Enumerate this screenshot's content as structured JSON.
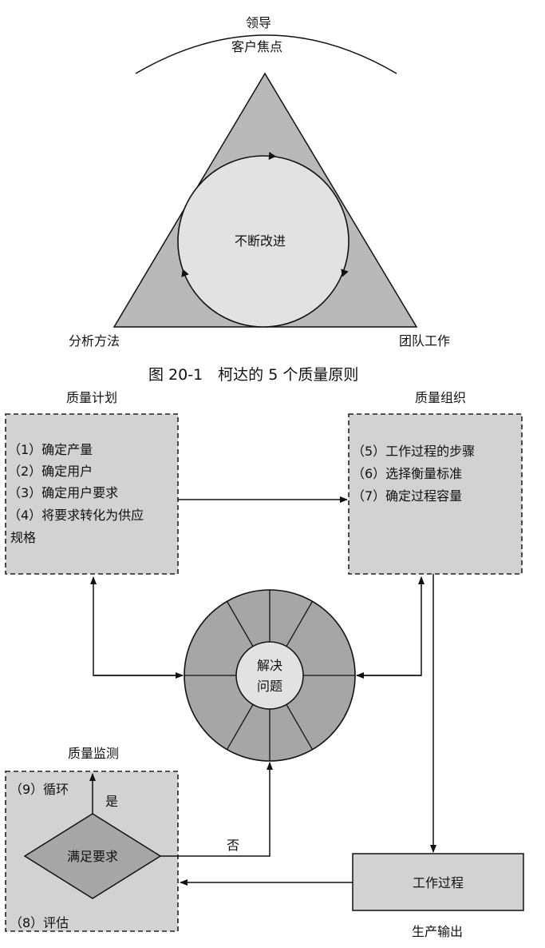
{
  "figure1": {
    "top_label": "领导",
    "top_arc_label": "客户焦点",
    "center_label": "不断改进",
    "left_label": "分析方法",
    "right_label": "团队工作",
    "caption": "图 20-1　柯达的 5 个质量原则"
  },
  "figure2": {
    "planning": {
      "title": "质量计划",
      "items": [
        "（1）确定产量",
        "（2）确定用户",
        "（3）确定用户要求",
        "（4）将要求转化为供应",
        "规格"
      ]
    },
    "organizing": {
      "title": "质量组织",
      "items": [
        "（5）工作过程的步骤",
        "（6）选择衡量标准",
        "（7）确定过程容量"
      ]
    },
    "monitoring": {
      "title": "质量监测",
      "cycle": "（9）循环",
      "yes": "是",
      "decision": "满足要求",
      "evaluate": "（8）评估",
      "no": "否"
    },
    "problem_solving": {
      "line1": "解决",
      "line2": "问题"
    },
    "work_process": {
      "label": "工作过程",
      "output": "生产输出"
    }
  },
  "colors": {
    "light_gray": "#d2d2d2",
    "mid_gray": "#a6a6a6",
    "circle_fill": "#e2e2e2",
    "line": "#111111"
  }
}
